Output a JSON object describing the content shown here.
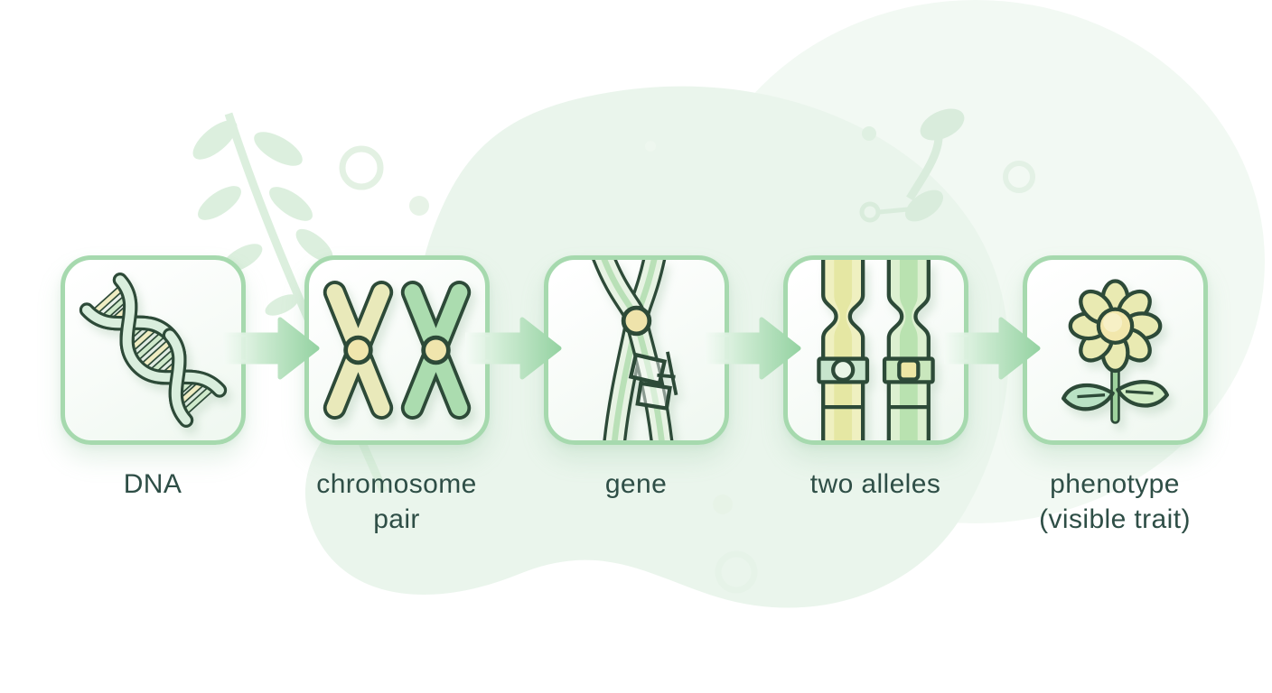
{
  "diagram": {
    "type": "flow",
    "direction": "left-to-right",
    "steps": [
      {
        "label": "DNA",
        "icon": "dna-icon"
      },
      {
        "label": "chromosome\npair",
        "icon": "chromosome-pair-icon"
      },
      {
        "label": "gene",
        "icon": "gene-icon"
      },
      {
        "label": "two alleles",
        "icon": "two-alleles-icon"
      },
      {
        "label": "phenotype\n(visible trait)",
        "icon": "flower-icon"
      }
    ],
    "arrows": {
      "count": 4,
      "direction": "right",
      "icon": "arrow-right-icon"
    }
  },
  "colors": {
    "card_border": "#a6d9ae",
    "card_fill": "#f3faf4",
    "arrow_green": "#98d5a5",
    "label_text": "#2e4e46",
    "icon_outline": "#2d4a38",
    "pale_yellow": "#eeeec2",
    "pale_green": "#cfe9cb",
    "centromere_yellow": "#f0e5ad",
    "background_blob": "#eaf5ec",
    "watermark_green": "#dcefde"
  }
}
